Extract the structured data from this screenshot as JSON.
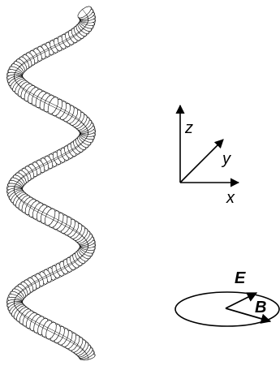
{
  "axes": {
    "z_label": "z",
    "y_label": "y",
    "x_label": "x"
  },
  "field_diagram": {
    "e_label": "E",
    "b_label": "B"
  },
  "colors": {
    "ink": "#000000",
    "background": "#ffffff"
  }
}
